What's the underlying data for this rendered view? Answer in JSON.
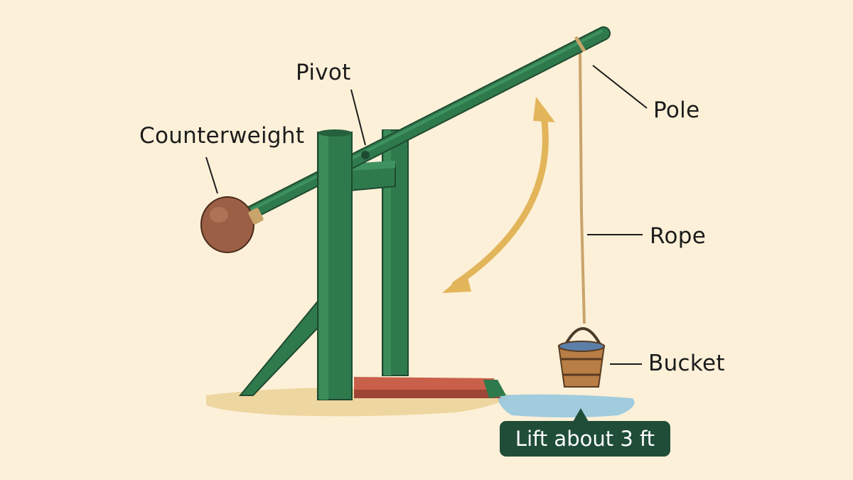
{
  "labels": {
    "pivot": "Pivot",
    "counterweight": "Counterweight",
    "pole": "Pole",
    "rope": "Rope",
    "bucket": "Bucket"
  },
  "callout": {
    "text": "Lift about 3 ft"
  },
  "colors": {
    "background": "#fcf0d8",
    "frame_green": "#2f7a4c",
    "frame_dark": "#1f5a36",
    "arrow_gold": "#e3b55a",
    "counterweight_brown": "#9a5f45",
    "rope": "#c9a46a",
    "bucket_wood": "#b87e45",
    "water": "#8fc6df",
    "callout_bg": "#1f4d38"
  }
}
